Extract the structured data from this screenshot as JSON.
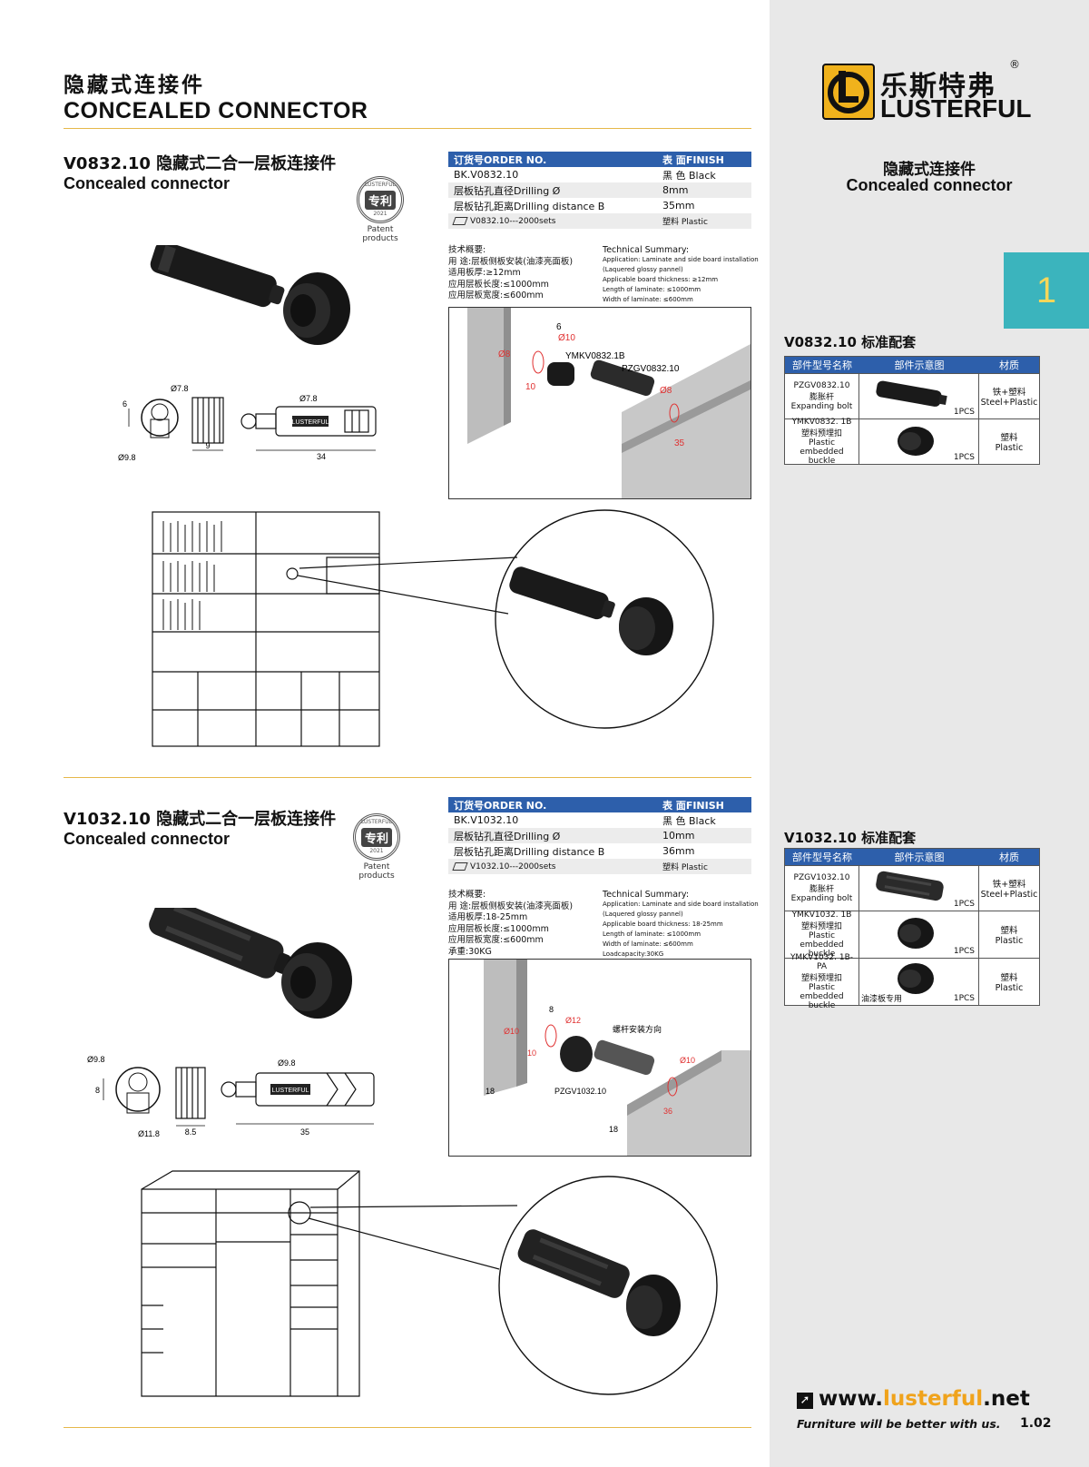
{
  "header": {
    "title_cn": "隐藏式连接件",
    "title_en": "CONCEALED CONNECTOR"
  },
  "brand": {
    "name_cn": "乐斯特弗",
    "name_en": "LUSTERFUL",
    "reg": "®",
    "accent": "#f0b21c"
  },
  "right": {
    "title_cn": "隐藏式连接件",
    "title_en": "Concealed connector",
    "tab_number": "1",
    "tab_color": "#3bb4bd"
  },
  "footer": {
    "url_pre": "www.",
    "url_hl": "lusterful",
    "url_post": ".net",
    "slogan": "Furniture will be better with us.",
    "page_no": "1.02"
  },
  "badge": {
    "label": "专利",
    "year": "2021",
    "top": "LUSTERFUL",
    "caption": "Patent products"
  },
  "spec_header": {
    "order": "订货号ORDER NO.",
    "finish": "表 面FINISH"
  },
  "kit_header": {
    "part": "部件型号名称",
    "image": "部件示意图",
    "material": "材质"
  },
  "products": [
    {
      "title": "V0832.10 隐藏式二合一层板连接件",
      "subtitle": "Concealed connector",
      "spec": {
        "order_no": "BK.V0832.10",
        "finish": "黑 色 Black",
        "rows": [
          {
            "label": "层板钻孔直径Drilling Ø",
            "value": "8mm"
          },
          {
            "label": "层板钻孔距离Drilling distance B",
            "value": "35mm"
          }
        ],
        "pack": "V0832.10---2000sets",
        "material": "塑料 Plastic"
      },
      "tech_cn": [
        "技术概要:",
        "用 途:层板侧板安装(油漆亮面板)",
        "适用板厚:≥12mm",
        "应用层板长度:≤1000mm",
        "应用层板宽度:≤600mm"
      ],
      "tech_en_title": "Technical  Summary:",
      "tech_en": [
        "Application: Laminate and side board installation",
        "(Laquered glossy pannel)",
        "Applicable board thickness: ≥12mm",
        "Length of laminate: ≤1000mm",
        "Width of laminate: ≤600mm"
      ],
      "dims": {
        "d1": "Ø7.8",
        "d2": "6",
        "d3": "Ø9.8",
        "d4": "9",
        "d5": "Ø7.8",
        "d6": "34",
        "brand": "LUSTERFUL"
      },
      "diag_labels": {
        "a": "6",
        "b": "Ø10",
        "c": "Ø8",
        "d": "10",
        "e": "YMKV0832.1B",
        "f": "PZGV0832.10",
        "g": "Ø8",
        "h": "35"
      },
      "kit_title": "V0832.10 标准配套",
      "kit": [
        {
          "code": "PZGV0832.10",
          "cn": "膨胀杆",
          "en": "Expanding bolt",
          "pcs": "1PCS",
          "mat_cn": "铁+塑料",
          "mat_en": "Steel+Plastic",
          "note": ""
        },
        {
          "code": "YMKV0832. 1B",
          "cn": "塑料预埋扣",
          "en": "Plastic embedded buckle",
          "pcs": "1PCS",
          "mat_cn": "塑料",
          "mat_en": "Plastic",
          "note": ""
        }
      ]
    },
    {
      "title": "V1032.10 隐藏式二合一层板连接件",
      "subtitle": "Concealed connector",
      "spec": {
        "order_no": "BK.V1032.10",
        "finish": "黑 色 Black",
        "rows": [
          {
            "label": "层板钻孔直径Drilling Ø",
            "value": "10mm"
          },
          {
            "label": "层板钻孔距离Drilling distance B",
            "value": "36mm"
          }
        ],
        "pack": "V1032.10---2000sets",
        "material": "塑料 Plastic"
      },
      "tech_cn": [
        "技术概要:",
        "用 途:层板侧板安装(油漆亮面板)",
        "适用板厚:18-25mm",
        "应用层板长度:≤1000mm",
        "应用层板宽度:≤600mm",
        "承重:30KG"
      ],
      "tech_en_title": "Technical  Summary:",
      "tech_en": [
        "Application: Laminate and side board installation",
        "(Laquered glossy pannel)",
        "Applicable board thickness: 18-25mm",
        "Length of laminate: ≤1000mm",
        "Width of laminate: ≤600mm",
        "Loadcapacity:30KG"
      ],
      "dims": {
        "d1": "Ø9.8",
        "d2": "8",
        "d3": "Ø11.8",
        "d4": "8.5",
        "d5": "Ø9.8",
        "d6": "35",
        "brand": "LUSTERFUL"
      },
      "diag_labels": {
        "a": "8",
        "b": "Ø12",
        "c": "Ø10",
        "d": "10",
        "e": "螺杆安装方向",
        "f": "PZGV1032.10",
        "g": "Ø10",
        "h": "36",
        "i": "18",
        "j": "18"
      },
      "kit_title": "V1032.10 标准配套",
      "kit": [
        {
          "code": "PZGV1032.10",
          "cn": "膨胀杆",
          "en": "Expanding bolt",
          "pcs": "1PCS",
          "mat_cn": "铁+塑料",
          "mat_en": "Steel+Plastic",
          "note": ""
        },
        {
          "code": "YMKV1032. 1B",
          "cn": "塑料预埋扣",
          "en": "Plastic embedded buckle",
          "pcs": "1PCS",
          "mat_cn": "塑料",
          "mat_en": "Plastic",
          "note": ""
        },
        {
          "code": "YMKV1032. 1B-PA",
          "cn": "塑料预埋扣",
          "en": "Plastic embedded buckle",
          "pcs": "1PCS",
          "mat_cn": "塑料",
          "mat_en": "Plastic",
          "note": "油漆板专用"
        }
      ]
    }
  ]
}
